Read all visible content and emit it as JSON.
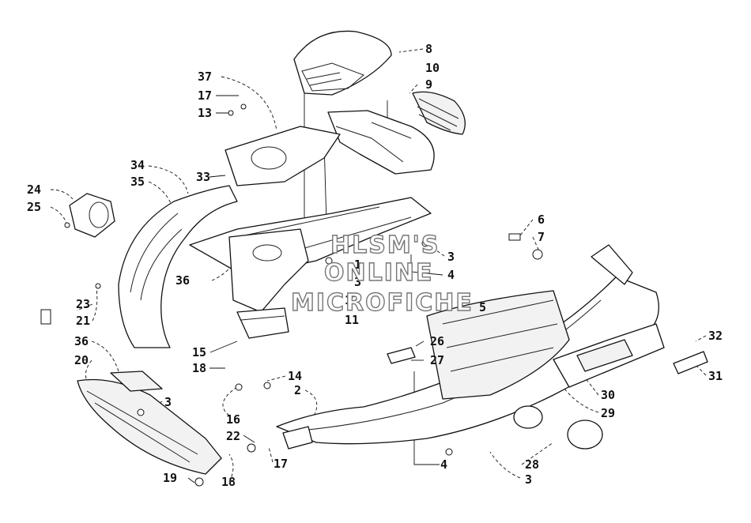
{
  "diagram": {
    "callouts": [
      {
        "id": "c37",
        "text": "37"
      },
      {
        "id": "c17a",
        "text": "17"
      },
      {
        "id": "c13",
        "text": "13"
      },
      {
        "id": "c34",
        "text": "34"
      },
      {
        "id": "c35",
        "text": "35"
      },
      {
        "id": "c33",
        "text": "33"
      },
      {
        "id": "c24",
        "text": "24"
      },
      {
        "id": "c25",
        "text": "25"
      },
      {
        "id": "c8",
        "text": "8"
      },
      {
        "id": "c10",
        "text": "10"
      },
      {
        "id": "c9",
        "text": "9"
      },
      {
        "id": "c6",
        "text": "6"
      },
      {
        "id": "c7",
        "text": "7"
      },
      {
        "id": "c3a",
        "text": "3"
      },
      {
        "id": "c4a",
        "text": "4"
      },
      {
        "id": "c1",
        "text": "1"
      },
      {
        "id": "c3b",
        "text": "3"
      },
      {
        "id": "c12",
        "text": "12"
      },
      {
        "id": "c11",
        "text": "11"
      },
      {
        "id": "c36a",
        "text": "36"
      },
      {
        "id": "c23",
        "text": "23"
      },
      {
        "id": "c21",
        "text": "21"
      },
      {
        "id": "c36b",
        "text": "36"
      },
      {
        "id": "c20",
        "text": "20"
      },
      {
        "id": "c15",
        "text": "15"
      },
      {
        "id": "c18a",
        "text": "18"
      },
      {
        "id": "c14",
        "text": "14"
      },
      {
        "id": "c2",
        "text": "2"
      },
      {
        "id": "c3c",
        "text": "3"
      },
      {
        "id": "c16",
        "text": "16"
      },
      {
        "id": "c22",
        "text": "22"
      },
      {
        "id": "c17b",
        "text": "17"
      },
      {
        "id": "c19",
        "text": "19"
      },
      {
        "id": "c18b",
        "text": "18"
      },
      {
        "id": "c5",
        "text": "5"
      },
      {
        "id": "c26",
        "text": "26"
      },
      {
        "id": "c27",
        "text": "27"
      },
      {
        "id": "c32",
        "text": "32"
      },
      {
        "id": "c31",
        "text": "31"
      },
      {
        "id": "c30",
        "text": "30"
      },
      {
        "id": "c29",
        "text": "29"
      },
      {
        "id": "c4b",
        "text": "4"
      },
      {
        "id": "c28",
        "text": "28"
      },
      {
        "id": "c3d",
        "text": "3"
      }
    ]
  },
  "watermark": {
    "line1": "HLSM'S",
    "line2": "ONLINE",
    "line3": "MICROFICHE"
  }
}
